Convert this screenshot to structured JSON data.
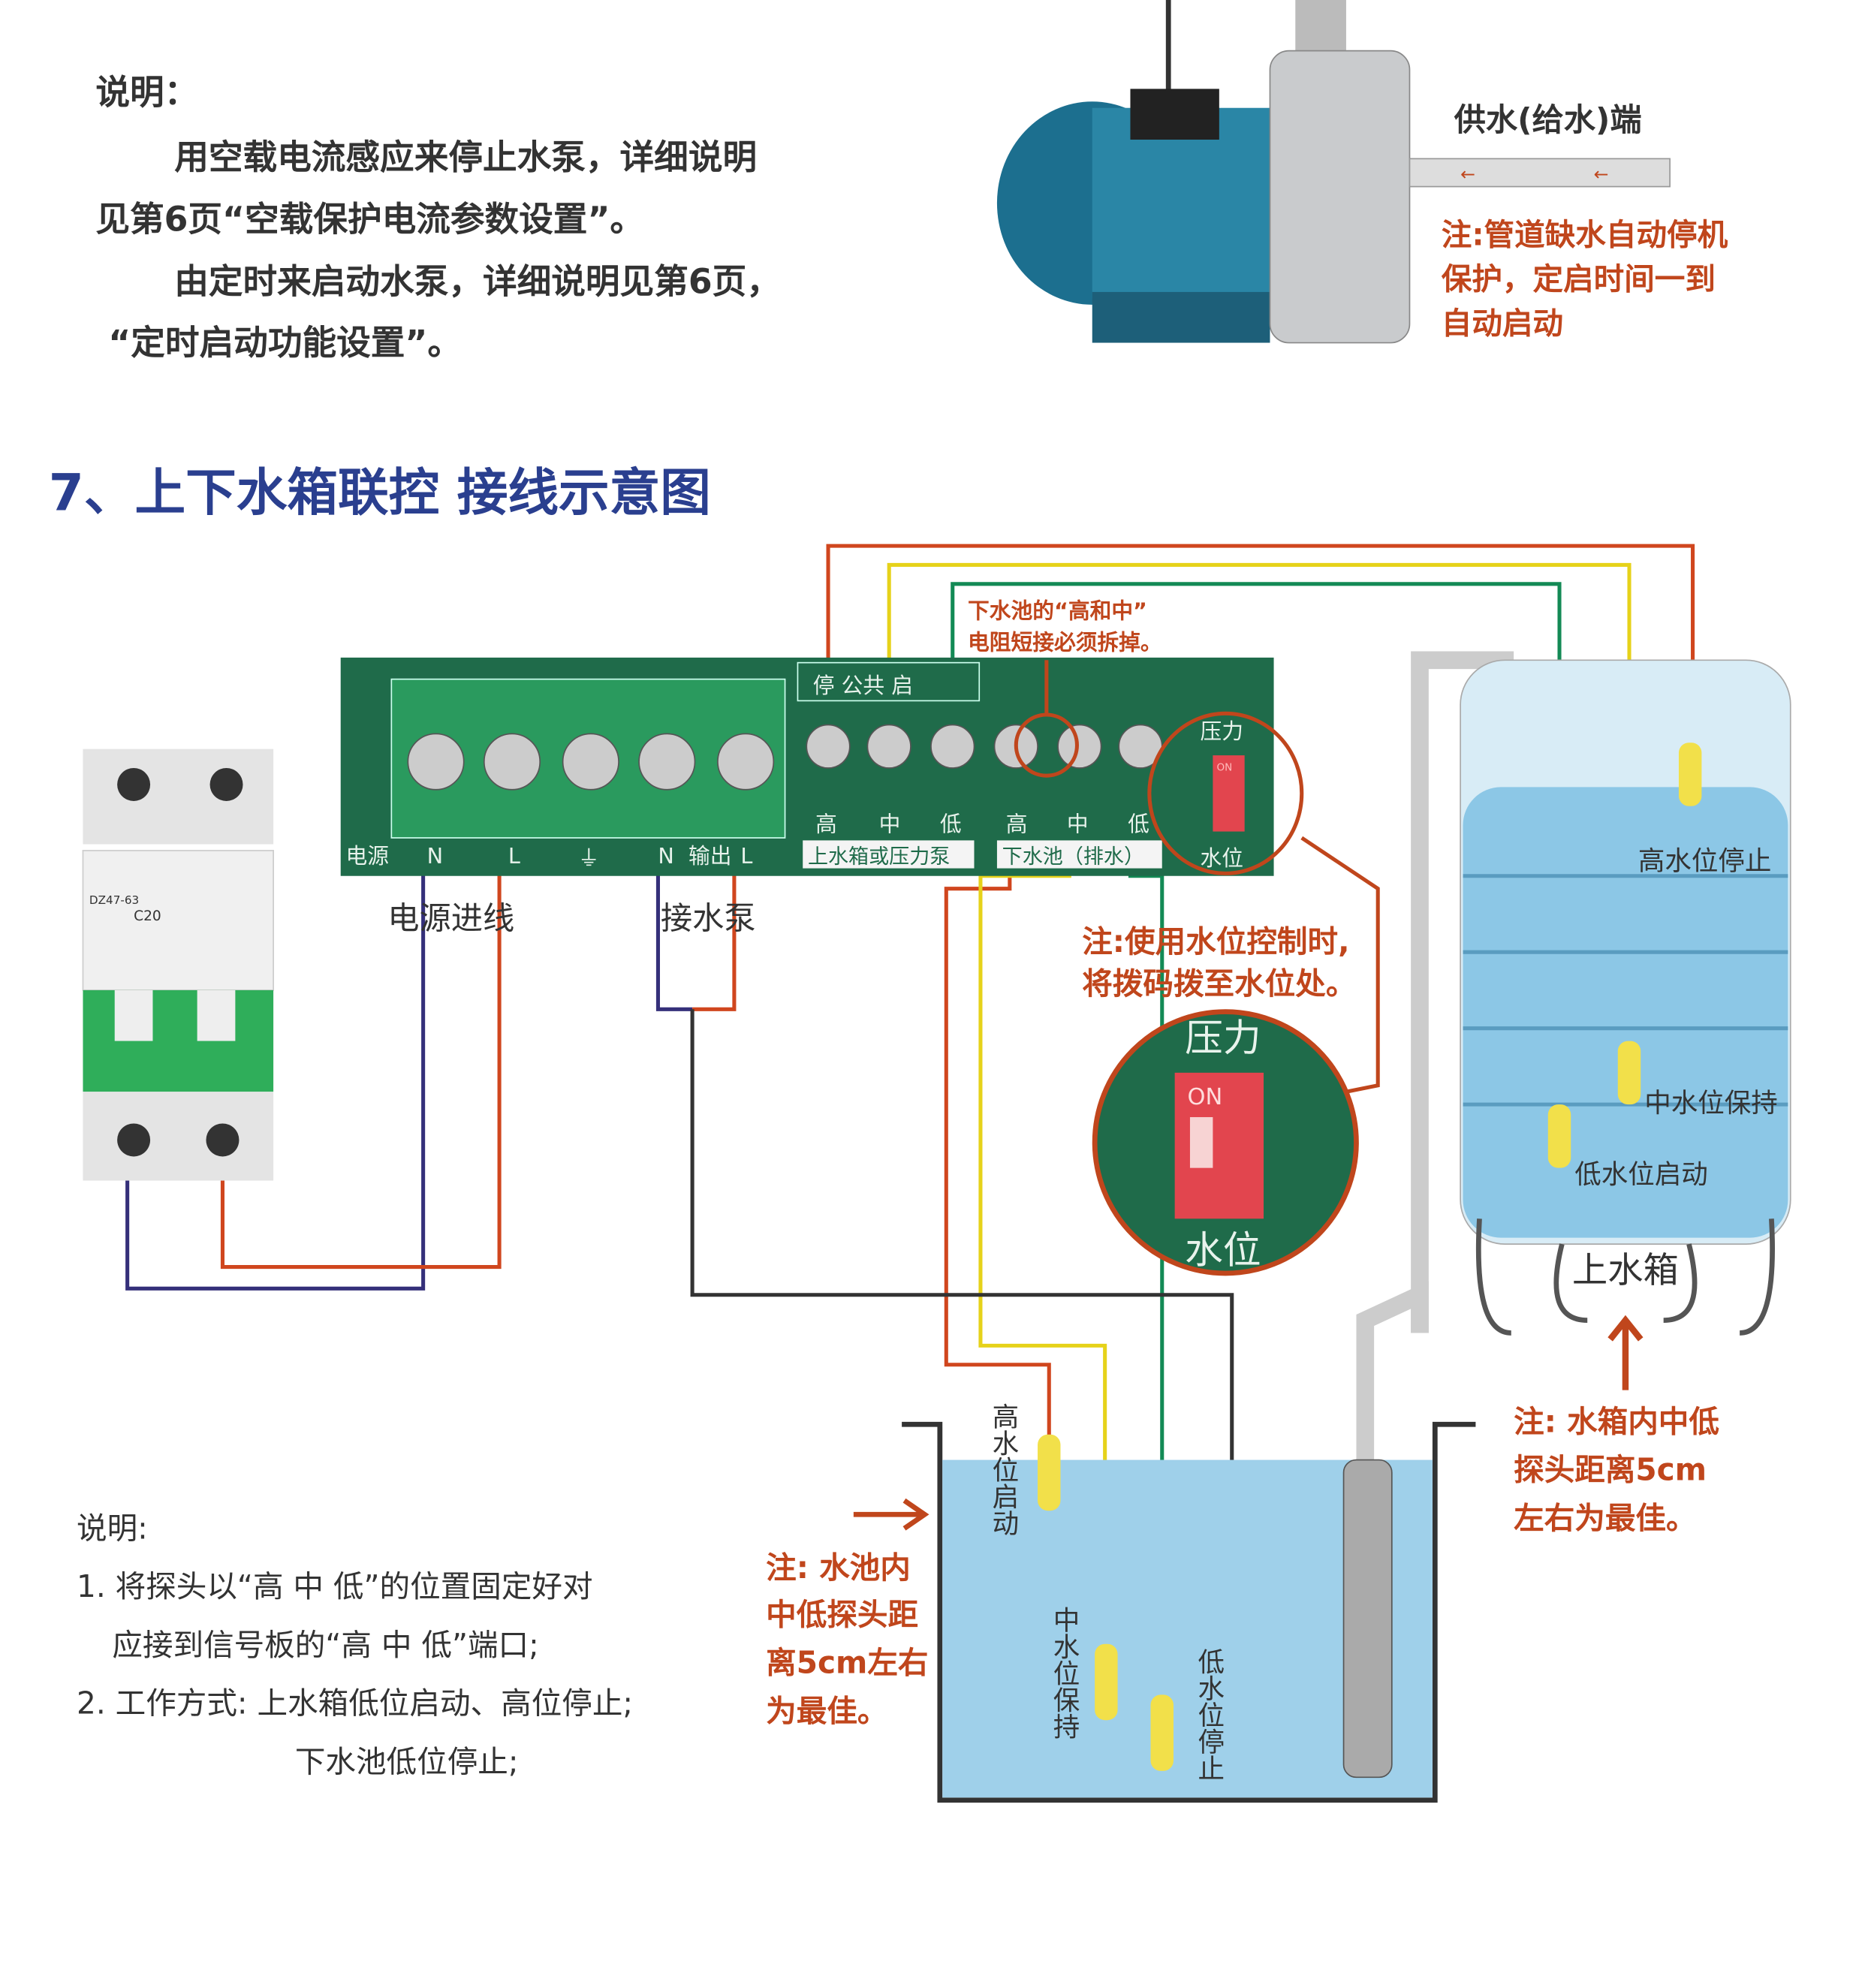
{
  "intro": {
    "title": "说明：",
    "lines": [
      "用空载电流感应来停止水泵，详细说明",
      "见第6页“空载保护电流参数设置”。",
      "由定时来启动水泵，详细说明见第6页，",
      "“定时启动功能设置”。"
    ]
  },
  "pump": {
    "supply_label": "供水(给水)端",
    "note": [
      "注:管道缺水自动停机",
      "保护，定启时间一到",
      "自动启动"
    ]
  },
  "heading": "7、上下水箱联控  接线示意图",
  "breaker": {
    "model": "DZ47-63",
    "rating": "C20"
  },
  "board": {
    "top_group": "停 公共 启",
    "power_labels": [
      "电源",
      "N",
      "L",
      "⏚",
      "N",
      "输出",
      "L"
    ],
    "upper_levels": [
      "高",
      "中",
      "低"
    ],
    "upper_group": "上水箱或压力泵",
    "lower_levels": [
      "高",
      "中",
      "低"
    ],
    "lower_group": "下水池（排水）",
    "switch_top": "压力",
    "switch_on": "ON",
    "switch_bottom": "水位"
  },
  "resistor_note": [
    "下水池的“高和中”",
    "电阻短接必须拆掉。"
  ],
  "labels": {
    "power_in": "电源进线",
    "pump_conn": "接水泵"
  },
  "switch_note": [
    "注:使用水位控制时,",
    "将拨码拨至水位处。"
  ],
  "zoom_switch": {
    "top": "压力",
    "on": "ON",
    "bottom": "水位"
  },
  "upper_tank": {
    "name": "上水箱",
    "high": "高水位停止",
    "mid": "中水位保持",
    "low": "低水位启动",
    "note": [
      "注: 水箱内中低",
      "探头距离5cm",
      "左右为最佳。"
    ]
  },
  "lower_pool": {
    "high": "高水位启动",
    "mid": "中水位保持",
    "low": "低水位停止",
    "note": [
      "注: 水池内",
      "中低探头距",
      "离5cm左右",
      "为最佳。"
    ]
  },
  "explain": {
    "title": "说明:",
    "lines": [
      "1. 将探头以“高  中  低”的位置固定好对",
      "应接到信号板的“高  中  低”端口;",
      "2. 工作方式: 上水箱低位启动、高位停止;",
      "下水池低位停止;"
    ]
  },
  "colors": {
    "heading": "#2a3f8f",
    "board": "#1f6b4a",
    "red_wire": "#d0461e",
    "yellow_wire": "#e6d21a",
    "green_wire": "#138a55",
    "blue_wire": "#35307a",
    "note": "#c0461c"
  }
}
